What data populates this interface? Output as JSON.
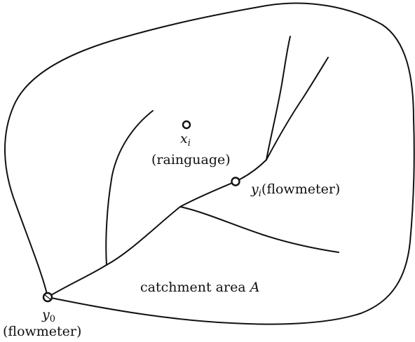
{
  "rainguage": {
    "symbol": "x",
    "subscript": "i",
    "description": "(rainguage)"
  },
  "flowmeter_inner": {
    "symbol": "y",
    "subscript": "i",
    "description": "(flowmeter)"
  },
  "flowmeter_outlet": {
    "symbol": "y",
    "subscript": "0",
    "description": "(flowmeter)"
  },
  "catchment": {
    "text": "catchment area ",
    "symbol": "A"
  },
  "colors": {
    "ink": "#111111",
    "background": "#ffffff"
  }
}
